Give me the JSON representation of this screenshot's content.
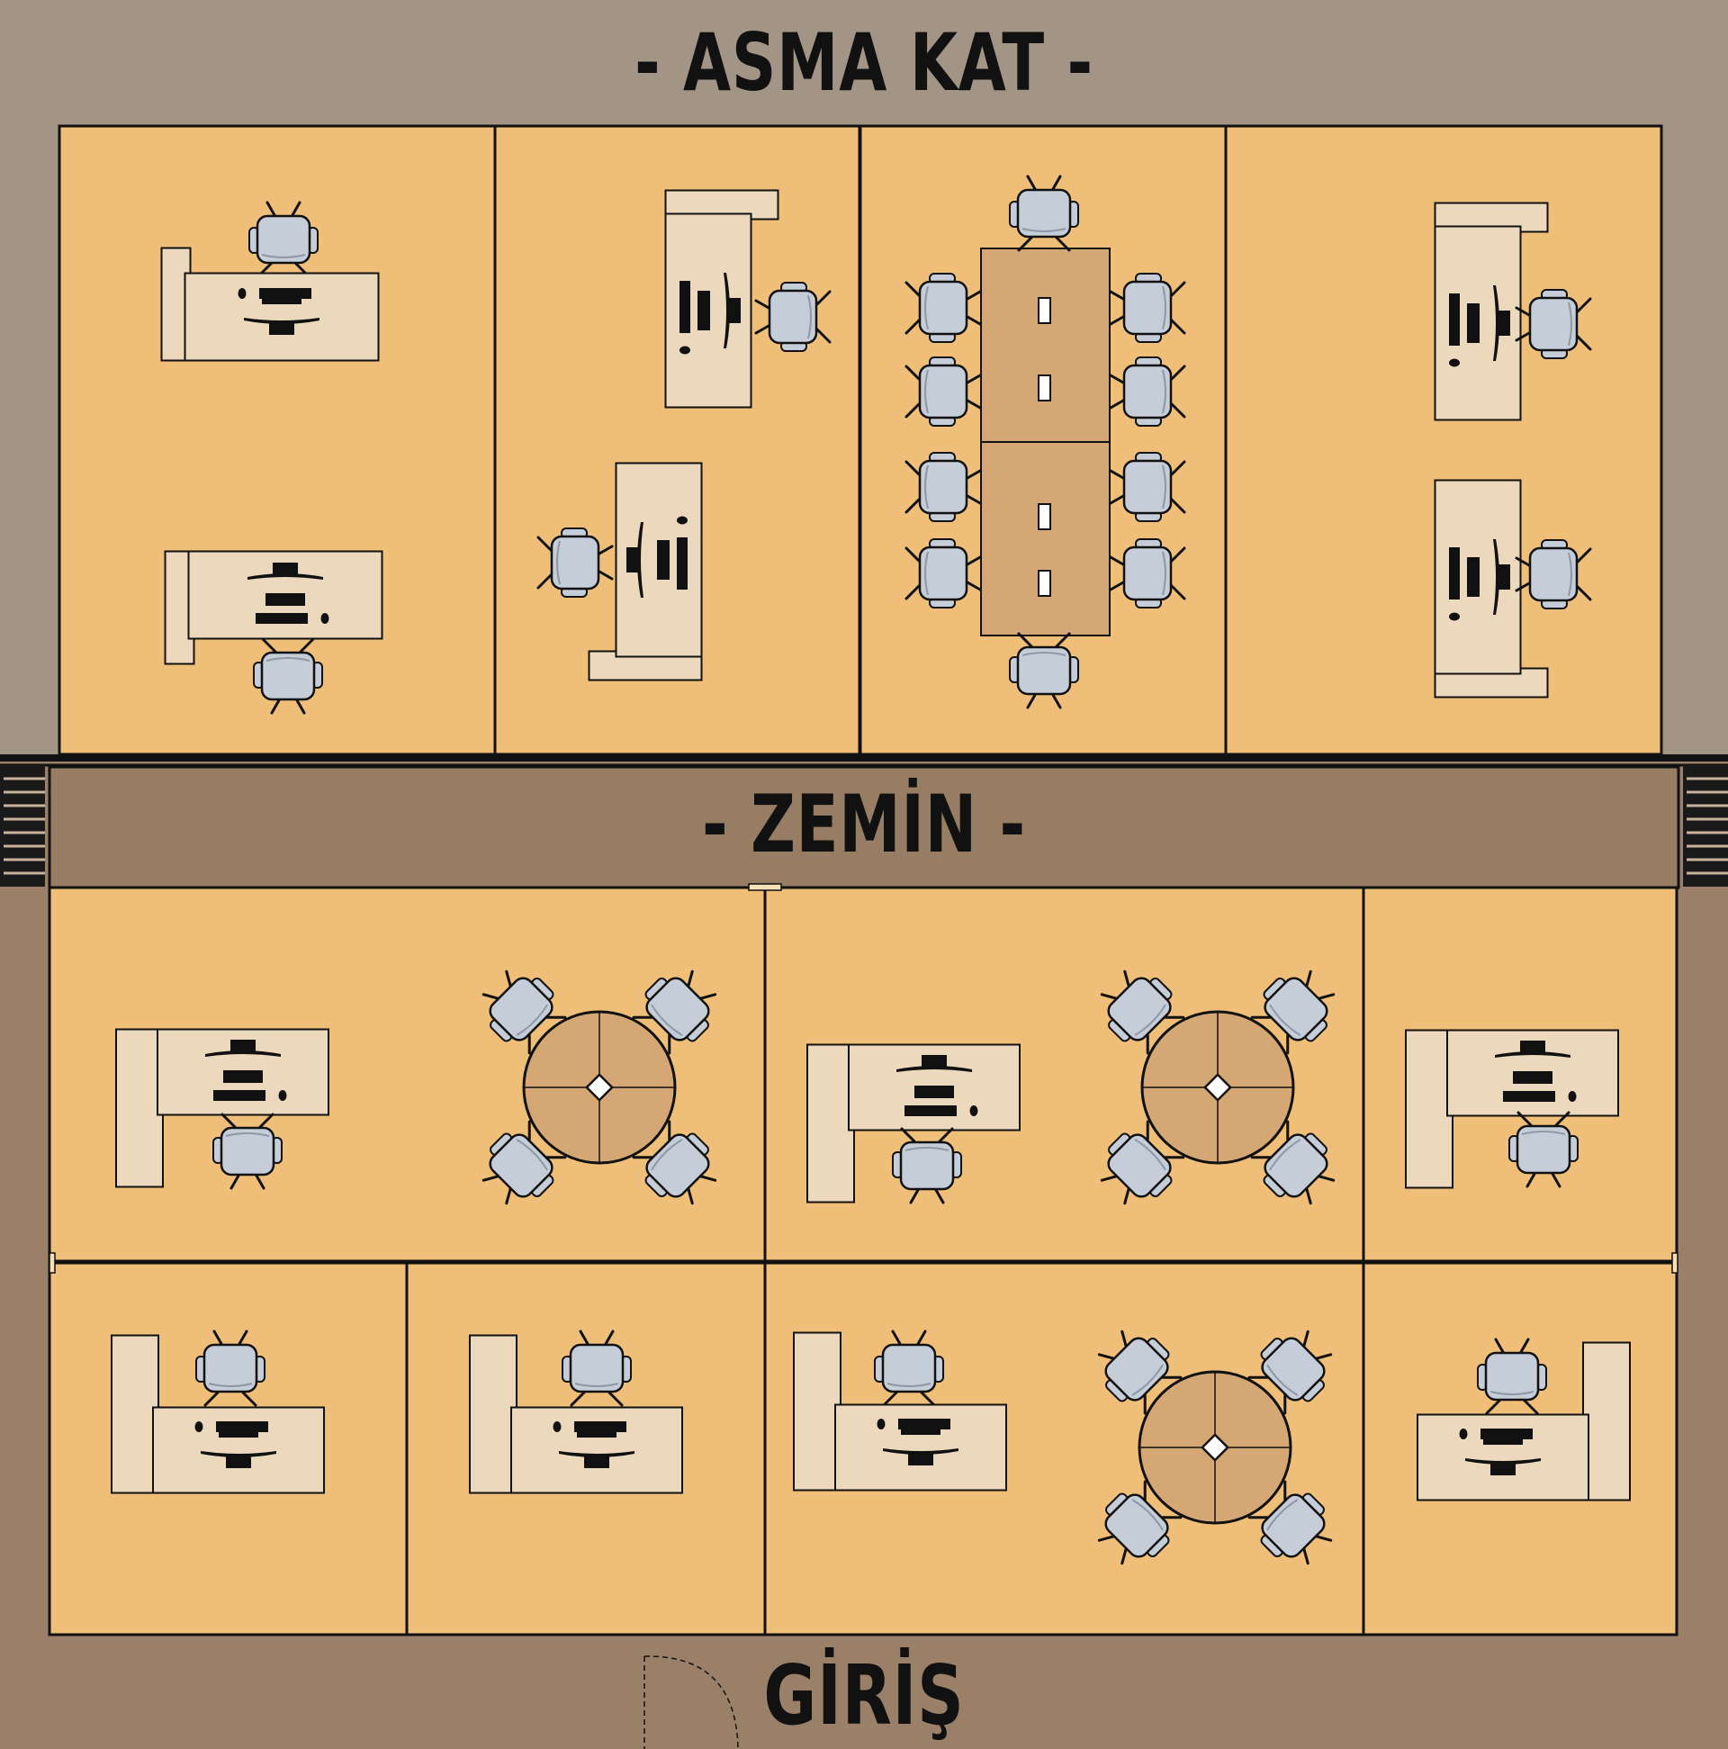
{
  "floors": {
    "mezzanine_label": "- ASMA KAT -",
    "ground_label": "- ZEMİN -",
    "entrance_label": "GİRİŞ"
  },
  "colors": {
    "outer_mezzanine": "#a39585",
    "outer_ground": "#9a8068",
    "room_floor": "#efbe79",
    "desk": "#ecd9bd",
    "table_wood": "#d5a774",
    "chair": "#c5cdd9",
    "line": "#111111"
  },
  "icons": [
    "office-desk-icon",
    "office-chair-icon",
    "monitor-icon",
    "keyboard-icon",
    "meeting-table-icon",
    "round-table-icon",
    "staircase-icon",
    "door-swing-icon"
  ]
}
